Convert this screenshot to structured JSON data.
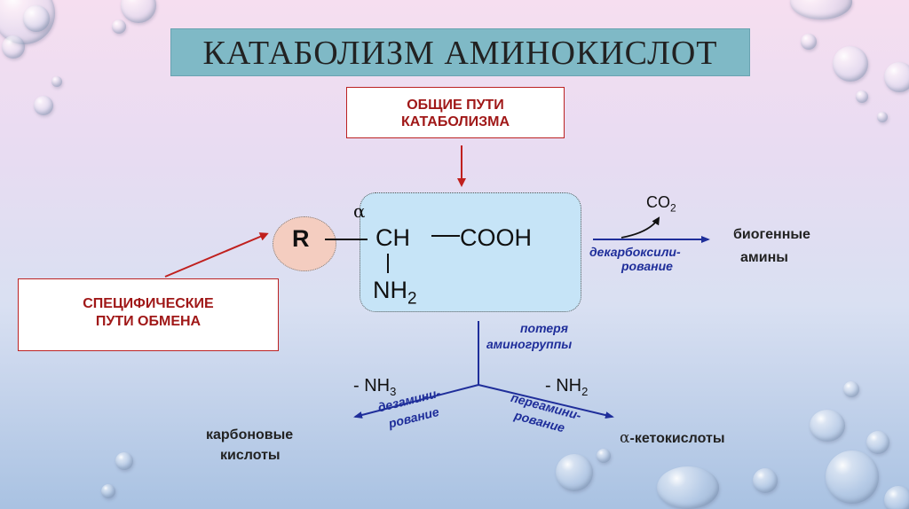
{
  "slide": {
    "title": "КАТАБОЛИЗМ АМИНОКИСЛОТ",
    "general_paths": {
      "line1": "ОБЩИЕ ПУТИ",
      "line2": "КАТАБОЛИЗМА"
    },
    "specific_paths": {
      "line1": "СПЕЦИФИЧЕСКИЕ",
      "line2": "ПУТИ ОБМЕНА"
    }
  },
  "formula": {
    "alpha": "α",
    "r": "R",
    "ch": "CH",
    "cooh": "COOH",
    "nh": "NH",
    "nh_sub": "2"
  },
  "reactions": {
    "co2": "CO",
    "co2_sub": "2",
    "decarboxylation": {
      "line1": "декарбоксили-",
      "line2": "рование"
    },
    "biogenic_amines": {
      "line1": "биогенные",
      "line2": "амины"
    },
    "amino_loss": {
      "line1": "потеря",
      "line2": "аминогруппы"
    },
    "minus_nh3": "- NH",
    "minus_nh3_sub": "3",
    "minus_nh2": "- NH",
    "minus_nh2_sub": "2",
    "deamination": {
      "line1": "дезамини-",
      "line2": "рование"
    },
    "transamination": {
      "line1": "переамини-",
      "line2": "рование"
    },
    "carboxylic_acids": {
      "line1": "карбоновые",
      "line2": "кислоты"
    },
    "keto_acids_alpha": "α",
    "keto_acids": "-кетокислоты"
  },
  "colors": {
    "title_bg": "#7fb9c6",
    "red_text": "#a01818",
    "blob_fill": "#c6e4f7",
    "r_fill": "#f4cdc0",
    "blue_arrow": "#1f2e9a",
    "red_arrow": "#c0201e"
  }
}
